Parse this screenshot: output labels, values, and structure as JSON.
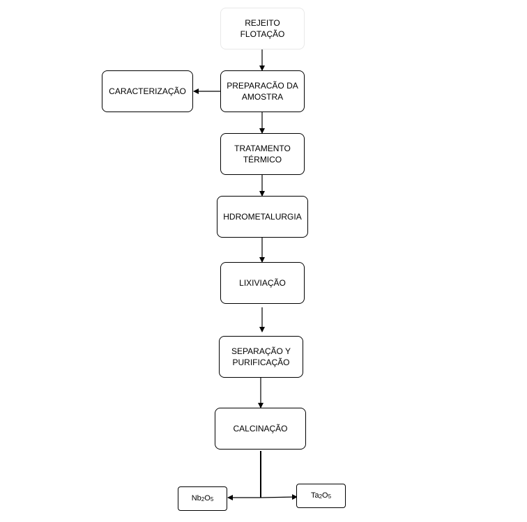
{
  "nodes": {
    "rejeito": "REJEITO\nFLOTAÇÃO",
    "preparacao": "PREPARACÃO DA\nAMOSTRA",
    "caracterizacao": "CARACTERIZAÇÃO",
    "tratamento": "TRATAMENTO\nTÉRMICO",
    "hidrometalurgia": "HDROMETALURGIA",
    "lixiviacao": "LIXIVIAÇÃO",
    "separacao": "SEPARAÇÃO Y\nPURIFICAÇÃO",
    "calcinacao": "CALCINAÇÃO",
    "nb2o5": {
      "el": "Nb",
      "n1": "2",
      "o": "O",
      "n2": "5"
    },
    "ta2o5": {
      "el": "Ta",
      "n1": "2",
      "o": "O",
      "n2": "5"
    }
  },
  "colors": {
    "stroke": "#000000",
    "background": "#ffffff",
    "faint_border": "#e8e8e8"
  }
}
